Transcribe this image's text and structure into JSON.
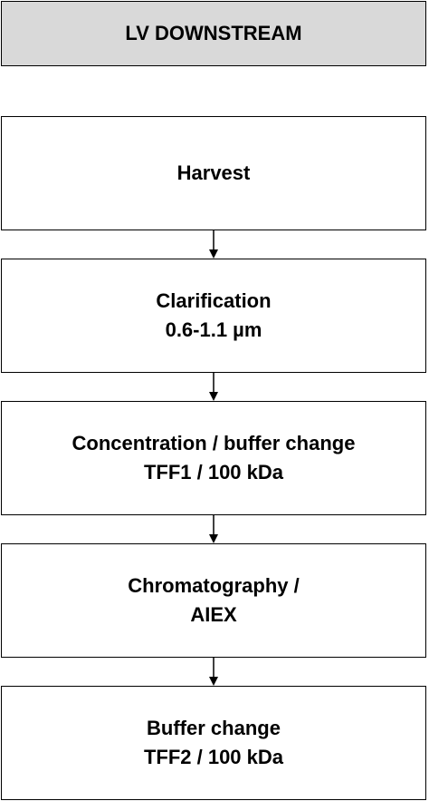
{
  "header": {
    "title": "LV DOWNSTREAM"
  },
  "steps": [
    {
      "line1": "Harvest",
      "line2": ""
    },
    {
      "line1": "Clarification",
      "line2": "0.6-1.1 µm"
    },
    {
      "line1": "Concentration / buffer change",
      "line2": "TFF1 / 100 kDa"
    },
    {
      "line1": "Chromatography /",
      "line2": "AIEX"
    },
    {
      "line1": "Buffer change",
      "line2": "TFF2 / 100 kDa"
    }
  ]
}
